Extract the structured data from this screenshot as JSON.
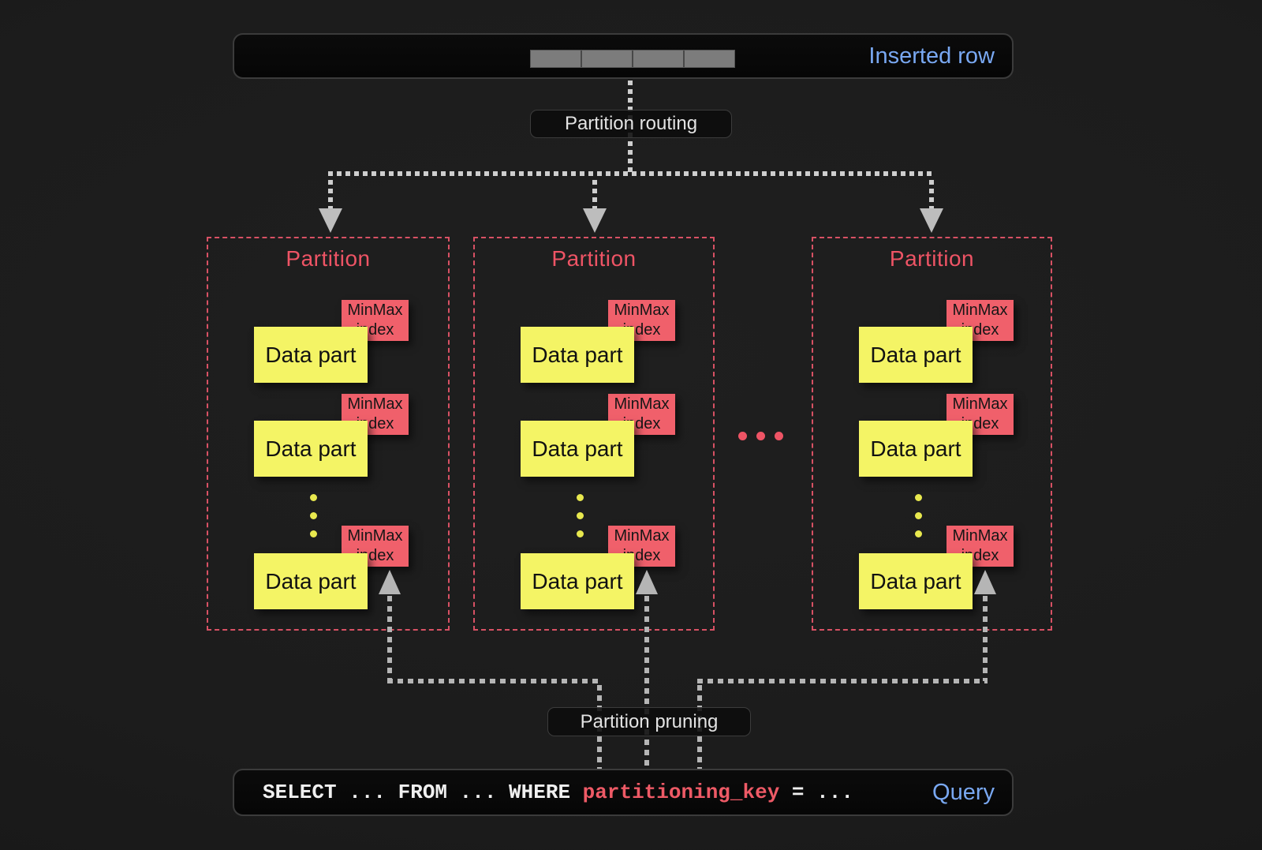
{
  "inserted_row": {
    "label": "Inserted row",
    "cell_count": 4
  },
  "labels": {
    "routing": "Partition routing",
    "pruning": "Partition pruning"
  },
  "partitions": [
    {
      "title": "Partition",
      "parts": [
        {
          "part": "Data part",
          "index": "MinMax index"
        },
        {
          "part": "Data part",
          "index": "MinMax index"
        },
        {
          "part": "Data part",
          "index": "MinMax index"
        }
      ]
    },
    {
      "title": "Partition",
      "parts": [
        {
          "part": "Data part",
          "index": "MinMax index"
        },
        {
          "part": "Data part",
          "index": "MinMax index"
        },
        {
          "part": "Data part",
          "index": "MinMax index"
        }
      ]
    },
    {
      "title": "Partition",
      "parts": [
        {
          "part": "Data part",
          "index": "MinMax index"
        },
        {
          "part": "Data part",
          "index": "MinMax index"
        },
        {
          "part": "Data part",
          "index": "MinMax index"
        }
      ]
    }
  ],
  "query": {
    "prefix": "SELECT ... FROM ... WHERE ",
    "key": "partitioning_key",
    "suffix": " = ...",
    "label": "Query"
  },
  "colors": {
    "background": "#1c1c1c",
    "accent_blue": "#79a8f2",
    "accent_pink": "#ee5465",
    "data_part_yellow": "#f4f465",
    "minmax_pink": "#f0606b",
    "connector_white": "#cecece",
    "connector_gray": "#b5b5b5"
  }
}
